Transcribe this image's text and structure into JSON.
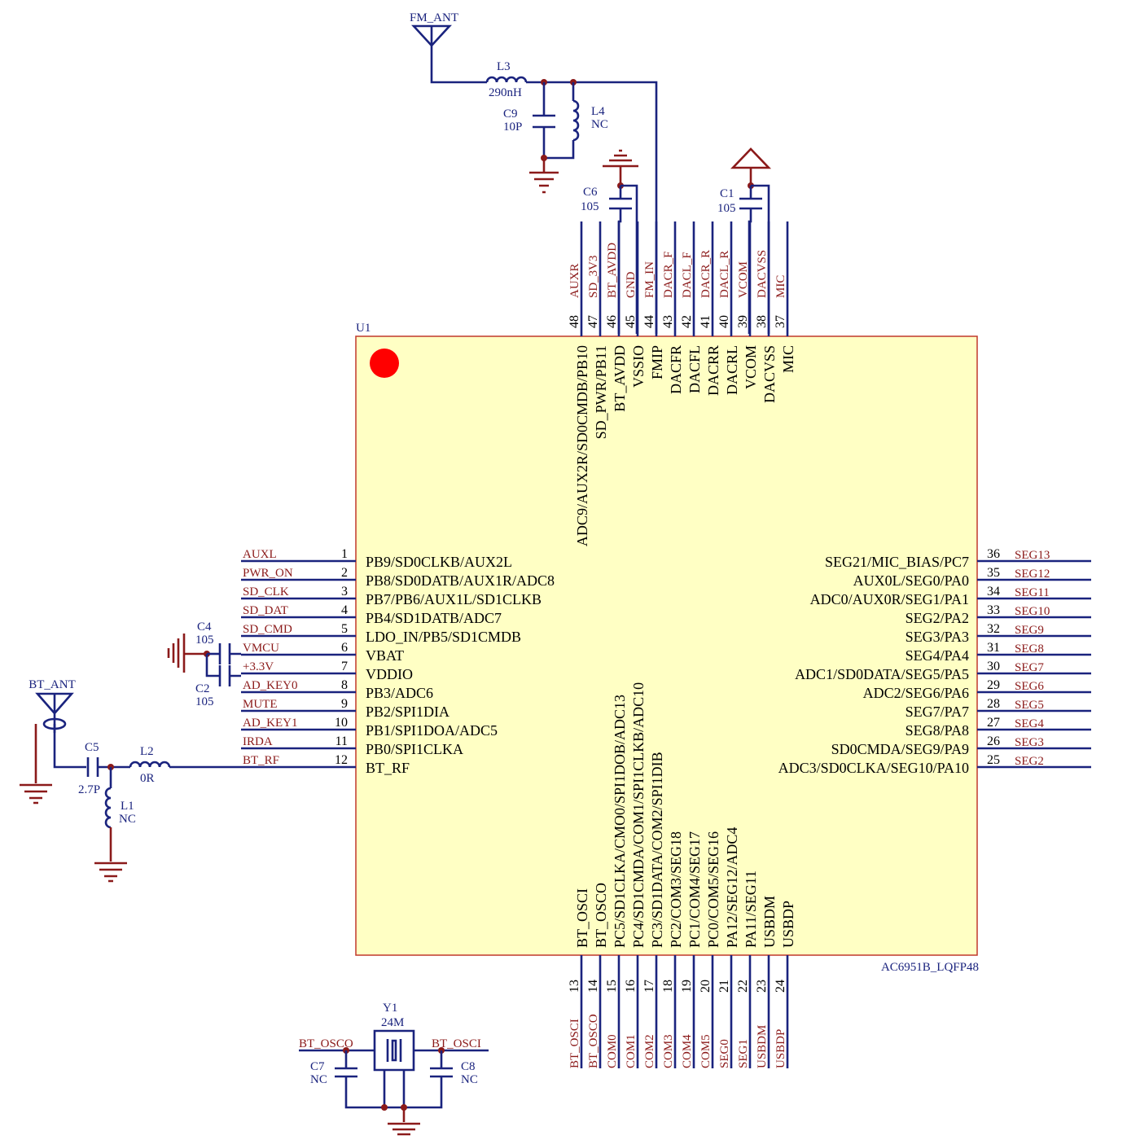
{
  "ic": {
    "ref": "U1",
    "part": "AC6951B_LQFP48",
    "left_pins": [
      {
        "num": "1",
        "name": "PB9/SD0CLKB/AUX2L",
        "net": "AUXL"
      },
      {
        "num": "2",
        "name": "PB8/SD0DATB/AUX1R/ADC8",
        "net": "PWR_ON"
      },
      {
        "num": "3",
        "name": "PB7/PB6/AUX1L/SD1CLKB",
        "net": "SD_CLK"
      },
      {
        "num": "4",
        "name": "PB4/SD1DATB/ADC7",
        "net": "SD_DAT"
      },
      {
        "num": "5",
        "name": "LDO_IN/PB5/SD1CMDB",
        "net": "SD_CMD"
      },
      {
        "num": "6",
        "name": "VBAT",
        "net": "VMCU"
      },
      {
        "num": "7",
        "name": "VDDIO",
        "net": "+3.3V"
      },
      {
        "num": "8",
        "name": "PB3/ADC6",
        "net": "AD_KEY0"
      },
      {
        "num": "9",
        "name": "PB2/SPI1DIA",
        "net": "MUTE"
      },
      {
        "num": "10",
        "name": "PB1/SPI1DOA/ADC5",
        "net": "AD_KEY1"
      },
      {
        "num": "11",
        "name": "PB0/SPI1CLKA",
        "net": "IRDA"
      },
      {
        "num": "12",
        "name": "BT_RF",
        "net": "BT_RF"
      }
    ],
    "right_pins": [
      {
        "num": "36",
        "name": "SEG21/MIC_BIAS/PC7",
        "net": "SEG13"
      },
      {
        "num": "35",
        "name": "AUX0L/SEG0/PA0",
        "net": "SEG12"
      },
      {
        "num": "34",
        "name": "ADC0/AUX0R/SEG1/PA1",
        "net": "SEG11"
      },
      {
        "num": "33",
        "name": "SEG2/PA2",
        "net": "SEG10"
      },
      {
        "num": "32",
        "name": "SEG3/PA3",
        "net": "SEG9"
      },
      {
        "num": "31",
        "name": "SEG4/PA4",
        "net": "SEG8"
      },
      {
        "num": "30",
        "name": "ADC1/SD0DATA/SEG5/PA5",
        "net": "SEG7"
      },
      {
        "num": "29",
        "name": "ADC2/SEG6/PA6",
        "net": "SEG6"
      },
      {
        "num": "28",
        "name": "SEG7/PA7",
        "net": "SEG5"
      },
      {
        "num": "27",
        "name": "SEG8/PA8",
        "net": "SEG4"
      },
      {
        "num": "26",
        "name": "SD0CMDA/SEG9/PA9",
        "net": "SEG3"
      },
      {
        "num": "25",
        "name": "ADC3/SD0CLKA/SEG10/PA10",
        "net": "SEG2"
      }
    ],
    "top_pins": [
      {
        "num": "48",
        "name": "ADC9/AUX2R/SD0CMDB/PB10",
        "net": "AUXR"
      },
      {
        "num": "47",
        "name": "SD_PWR/PB11",
        "net": "SD_3V3"
      },
      {
        "num": "46",
        "name": "BT_AVDD",
        "net": "BT_AVDD"
      },
      {
        "num": "45",
        "name": "VSSIO",
        "net": "GND"
      },
      {
        "num": "44",
        "name": "FMIP",
        "net": "FM_IN"
      },
      {
        "num": "43",
        "name": "DACFR",
        "net": "DACR_F"
      },
      {
        "num": "42",
        "name": "DACFL",
        "net": "DACL_F"
      },
      {
        "num": "41",
        "name": "DACRR",
        "net": "DACR_R"
      },
      {
        "num": "40",
        "name": "DACRL",
        "net": "DACL_R"
      },
      {
        "num": "39",
        "name": "VCOM",
        "net": "VCOM"
      },
      {
        "num": "38",
        "name": "DACVSS",
        "net": "DACVSS"
      },
      {
        "num": "37",
        "name": "MIC",
        "net": "MIC"
      }
    ],
    "bottom_pins": [
      {
        "num": "13",
        "name": "BT_OSCI",
        "net": "BT_OSCI"
      },
      {
        "num": "14",
        "name": "BT_OSCO",
        "net": "BT_OSCO"
      },
      {
        "num": "15",
        "name": "PC5/SD1CLKA/CMO0/SPI1DOB/ADC13",
        "net": "COM0"
      },
      {
        "num": "16",
        "name": "PC4/SD1CMDA/COM1/SPI1CLKB/ADC10",
        "net": "COM1"
      },
      {
        "num": "17",
        "name": "PC3/SD1DATA/COM2/SPI1DIB",
        "net": "COM2"
      },
      {
        "num": "18",
        "name": "PC2/COM3/SEG18",
        "net": "COM3"
      },
      {
        "num": "19",
        "name": "PC1/COM4/SEG17",
        "net": "COM4"
      },
      {
        "num": "20",
        "name": "PC0/COM5/SEG16",
        "net": "COM5"
      },
      {
        "num": "21",
        "name": "PA12/SEG12/ADC4",
        "net": "SEG0"
      },
      {
        "num": "22",
        "name": "PA11/SEG11",
        "net": "SEG1"
      },
      {
        "num": "23",
        "name": "USBDM",
        "net": "USBDM"
      },
      {
        "num": "24",
        "name": "USBDP",
        "net": "USBDP"
      }
    ]
  },
  "fm": {
    "antenna": "FM_ANT",
    "L3": {
      "ref": "L3",
      "value": "290nH"
    },
    "C9": {
      "ref": "C9",
      "value": "10P"
    },
    "L4": {
      "ref": "L4",
      "value": "NC"
    }
  },
  "decoupling": {
    "C6": {
      "ref": "C6",
      "value": "105"
    },
    "C1": {
      "ref": "C1",
      "value": "105"
    },
    "C4": {
      "ref": "C4",
      "value": "105"
    },
    "C2": {
      "ref": "C2",
      "value": "105"
    }
  },
  "bt": {
    "antenna": "BT_ANT",
    "C5": {
      "ref": "C5",
      "value": "2.7P"
    },
    "L2": {
      "ref": "L2",
      "value": "0R"
    },
    "L1": {
      "ref": "L1",
      "value": "NC"
    }
  },
  "crystal": {
    "Y1": {
      "ref": "Y1",
      "value": "24M"
    },
    "C7": {
      "ref": "C7",
      "value": "NC"
    },
    "C8": {
      "ref": "C8",
      "value": "NC"
    },
    "net_left": "BT_OSCO",
    "net_right": "BT_OSCI"
  },
  "colors": {
    "body_fill": "#ffffc4",
    "body_stroke": "#c0392b",
    "wire": "#1a237e",
    "net_label": "#8b1a1a",
    "pin1_marker": "#ff0000"
  }
}
